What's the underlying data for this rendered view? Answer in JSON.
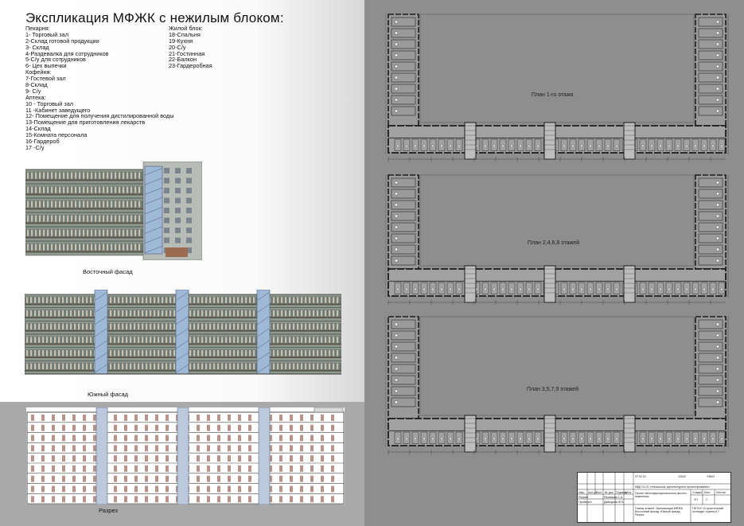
{
  "title": "Экспликация МФЖК с нежилым блоком:",
  "legend_col1": [
    "Пекарня:",
    "1- Торговый зал",
    "2-Склад  готовой продукции",
    "3- Склад",
    "4-Раздевалка для сотрудников",
    "5-С/у для сотрудников",
    "6- Цех выпечки",
    "Кофейня:",
    "7-Гостевой зал",
    "8-Склад",
    "9- С/у",
    "Аптека:",
    "10 - Торговый зал",
    "11 -Кабинет заведущего",
    "12- Помещение для получения дистилированной воды",
    "13-Помещение для приготовления лекарств",
    "14-Склад",
    "15-Комната персонала",
    "16-Гардероб",
    "17 -С/у"
  ],
  "legend_col2": [
    "Жилой блок:",
    "18-Спальня",
    "19-Кухня",
    "20-С/у",
    "21-Гостинная",
    "22-Балкон",
    "23-Гардеробная"
  ],
  "captions": {
    "east_facade": "Восточный фасад",
    "south_facade": "Южный фасад",
    "section": "Разрез",
    "plan1": "План 1-го этажа",
    "plan2": "План 2,4,6,8 этажей",
    "plan3": "План 3,5,7,9 этажей"
  },
  "stamp": {
    "code_top": "07.02.01",
    "num1": "12632",
    "num2": "У3602",
    "module": "МДК 01.01 «Начальное архитектурное проектирование»",
    "project": "Проект многофункционального жилого комплекса",
    "sheets_label": "Листов",
    "stage_label": "Стадия",
    "sheet_label": "Лист",
    "stage": "УП",
    "sheet": "2",
    "row_dev": "Разраб.",
    "row_check": "Проверил",
    "dev_name": "Рахимова С.А.",
    "check_name": "Давыдова Ж.Б.",
    "drawing": "Планы этажей, Экспликация МФЖК, Восточный фасад, Южный фасад, Разрез",
    "org": "ГБПОУ «Строительный колледж» группа 6.7",
    "h1": "Изм.",
    "h2": "Кол.уч",
    "h3": "Лист",
    "h4": "№ док",
    "h5": "Подпись",
    "h6": "Дата"
  },
  "colors": {
    "sheet_bg": "#8e8e8e",
    "panel_bg": "#ffffff",
    "facade_wall": "#8f9a8f",
    "balcony_rail": "#5a5346",
    "stair_glass": "#9fb8d6",
    "plan_wall": "#1c1c1c",
    "plan_bg": "#8e8e8e"
  }
}
